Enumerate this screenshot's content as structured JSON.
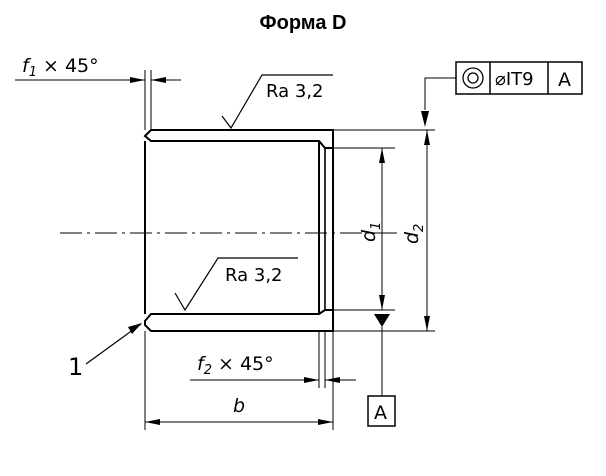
{
  "title": "Форма D",
  "chamfer_top": {
    "f": "f",
    "sub": "1",
    "angle": "× 45°"
  },
  "chamfer_bottom": {
    "f": "f",
    "sub": "2",
    "angle": "× 45°"
  },
  "roughness_outer": "Ra  3,2",
  "roughness_inner": "Ra  3,2",
  "dim_inner": {
    "letter": "d",
    "sub": "1"
  },
  "dim_outer": {
    "letter": "d",
    "sub": "2"
  },
  "dim_width": "b",
  "callout_number": "1",
  "tolerance_frame": {
    "symbol": "concentricity-symbol",
    "value": "⌀IT9",
    "datum": "A"
  },
  "datum_label": "A",
  "colors": {
    "line": "#000000",
    "background": "#ffffff"
  }
}
